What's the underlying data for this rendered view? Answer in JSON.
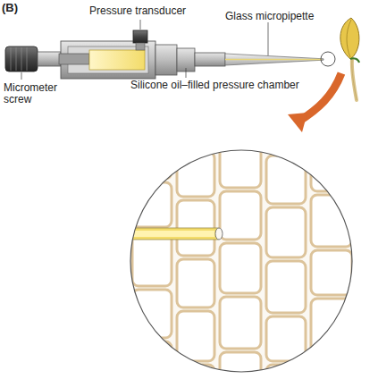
{
  "diagram": {
    "labels": [
      "(B)",
      "Pressure transducer",
      "Micrometer screw",
      "Silicone oil–filled pressure chamber",
      "Glass micropipette"
    ]
  }
}
